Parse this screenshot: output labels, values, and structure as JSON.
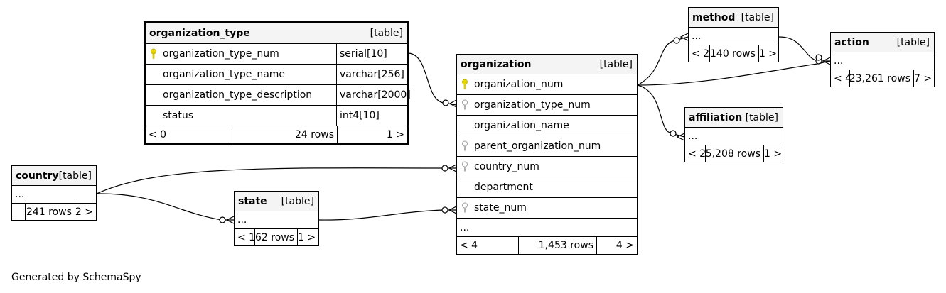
{
  "tables": {
    "organization_type": {
      "name": "organization_type",
      "kind": "[table]",
      "columns": [
        {
          "name": "organization_type_num",
          "type": "serial[10]",
          "key": "primary"
        },
        {
          "name": "organization_type_name",
          "type": "varchar[256]",
          "key": "none"
        },
        {
          "name": "organization_type_description",
          "type": "varchar[2000]",
          "key": "none"
        },
        {
          "name": "status",
          "type": "int4[10]",
          "key": "none"
        }
      ],
      "footer": {
        "parents": "< 0",
        "rows": "24 rows",
        "children": "1 >"
      }
    },
    "organization": {
      "name": "organization",
      "kind": "[table]",
      "columns": [
        {
          "name": "organization_num",
          "key": "primary"
        },
        {
          "name": "organization_type_num",
          "key": "foreign"
        },
        {
          "name": "organization_name",
          "key": "none"
        },
        {
          "name": "parent_organization_num",
          "key": "foreign"
        },
        {
          "name": "country_num",
          "key": "foreign"
        },
        {
          "name": "department",
          "key": "none"
        },
        {
          "name": "state_num",
          "key": "foreign"
        }
      ],
      "more": "...",
      "footer": {
        "parents": "< 4",
        "rows": "1,453 rows",
        "children": "4 >"
      }
    },
    "country": {
      "name": "country",
      "kind": "[table]",
      "more": "...",
      "footer": {
        "parents": "",
        "rows": "241 rows",
        "children": "2 >"
      }
    },
    "state": {
      "name": "state",
      "kind": "[table]",
      "more": "...",
      "footer": {
        "parents": "< 1",
        "rows": "62 rows",
        "children": "1 >"
      }
    },
    "method": {
      "name": "method",
      "kind": "[table]",
      "more": "...",
      "footer": {
        "parents": "< 2",
        "rows": "140 rows",
        "children": "1 >"
      }
    },
    "action": {
      "name": "action",
      "kind": "[table]",
      "more": "...",
      "footer": {
        "parents": "< 4",
        "rows": "23,261 rows",
        "children": "7 >"
      }
    },
    "affiliation": {
      "name": "affiliation",
      "kind": "[table]",
      "more": "...",
      "footer": {
        "parents": "< 2",
        "rows": "5,208 rows",
        "children": "1 >"
      }
    }
  },
  "relationships": [
    {
      "from": "organization_type",
      "to": "organization"
    },
    {
      "from": "country",
      "to": "organization"
    },
    {
      "from": "country",
      "to": "state"
    },
    {
      "from": "state",
      "to": "organization"
    },
    {
      "from": "organization",
      "to": "method"
    },
    {
      "from": "organization",
      "to": "action"
    },
    {
      "from": "organization",
      "to": "affiliation"
    },
    {
      "from": "method",
      "to": "action"
    }
  ],
  "colors": {
    "primary_key": "#e8d800",
    "foreign_key": "#b0b0b0",
    "header_bg": "#f4f4f4"
  },
  "generated_by": "Generated by SchemaSpy"
}
